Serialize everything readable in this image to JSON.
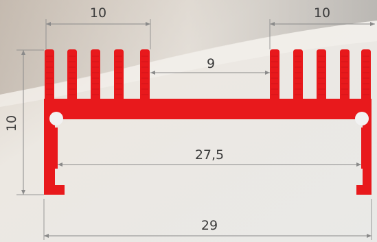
{
  "diagram": {
    "subject": "extruded heatsink profile cross-section",
    "profile_color": "#e8191c",
    "dimension_line_color": "#8a8a8a",
    "dimension_text_color": "#3b3b3b",
    "fins_per_group": 5,
    "fin_groups": 2,
    "dimensions": {
      "left_fin_width": "10",
      "right_fin_width": "10",
      "gap_between_fin_groups": "9",
      "overall_height": "10",
      "inner_slot_width": "27,5",
      "overall_width": "29"
    }
  }
}
